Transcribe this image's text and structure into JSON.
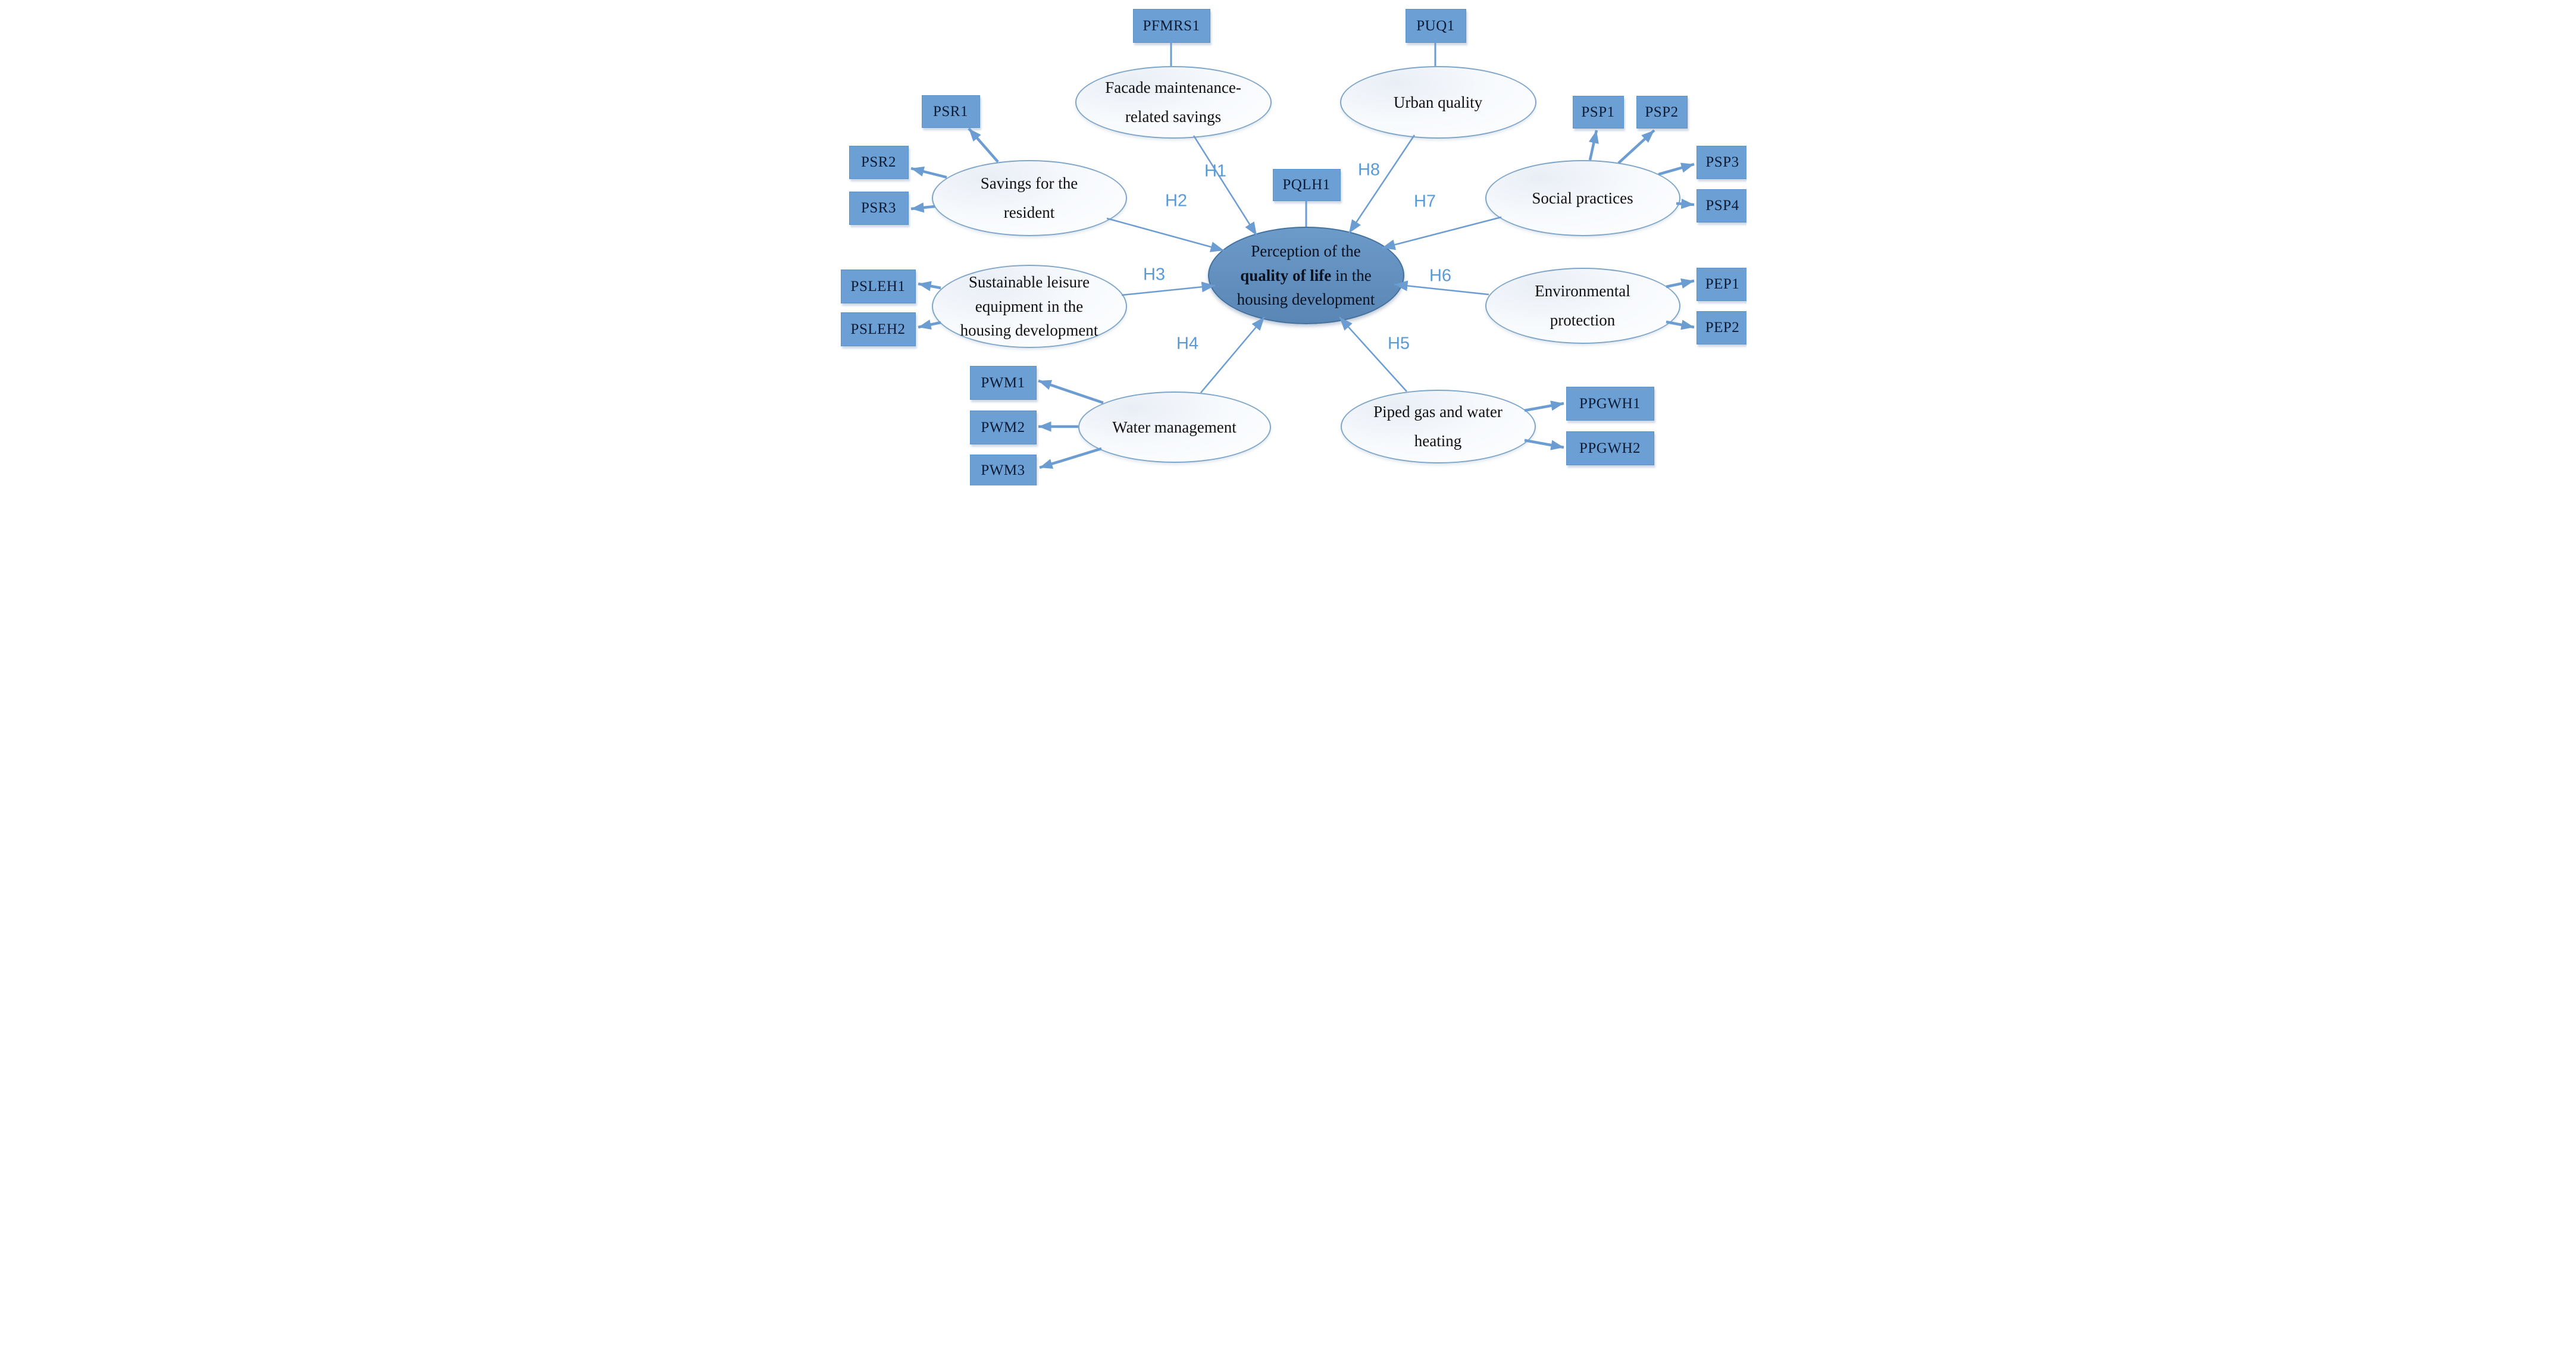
{
  "colors": {
    "box_fill": "#6CA0D4",
    "box_border": "#5A91C8",
    "box_text": "#0B1B36",
    "ellipse_border": "#7FA6C9",
    "ellipse_text": "#121212",
    "center_fill_top": "#6C9AC9",
    "center_fill_bottom": "#5A86B5",
    "center_border": "#41719C",
    "center_text": "#0A1220",
    "arrow": "#6B9CD2",
    "hypothesis_label": "#5B9BD5"
  },
  "labels": {
    "PFMRS1": "PFMRS1",
    "PUQ1": "PUQ1",
    "PQLH1": "PQLH1",
    "PSR1": "PSR1",
    "PSR2": "PSR2",
    "PSR3": "PSR3",
    "PSLEH1": "PSLEH1",
    "PSLEH2": "PSLEH2",
    "PWM1": "PWM1",
    "PWM2": "PWM2",
    "PWM3": "PWM3",
    "PSP1": "PSP1",
    "PSP2": "PSP2",
    "PSP3": "PSP3",
    "PSP4": "PSP4",
    "PEP1": "PEP1",
    "PEP2": "PEP2",
    "PPGWH1": "PPGWH1",
    "PPGWH2": "PPGWH2"
  },
  "hypotheses": [
    "H1",
    "H2",
    "H3",
    "H4",
    "H5",
    "H6",
    "H7",
    "H8"
  ],
  "center": {
    "line1": "Perception of the",
    "line2_bold": "quality of life",
    "line2_rest": " in the",
    "line3": "housing development",
    "indicator": "PQLH1"
  },
  "constructs": [
    {
      "id": "facade",
      "label": "Facade maintenance-related savings",
      "lines": [
        "Facade maintenance-",
        "related savings"
      ],
      "indicators": [
        "PFMRS1"
      ],
      "hypothesis": "H1"
    },
    {
      "id": "urban",
      "label": "Urban quality",
      "lines": [
        "Urban quality"
      ],
      "indicators": [
        "PUQ1"
      ],
      "hypothesis": "H8"
    },
    {
      "id": "savings",
      "label": "Savings for the resident",
      "lines": [
        "Savings for the",
        "resident"
      ],
      "indicators": [
        "PSR1",
        "PSR2",
        "PSR3"
      ],
      "hypothesis": "H2"
    },
    {
      "id": "social",
      "label": "Social practices",
      "lines": [
        "Social practices"
      ],
      "indicators": [
        "PSP1",
        "PSP2",
        "PSP3",
        "PSP4"
      ],
      "hypothesis": "H7"
    },
    {
      "id": "sustainable",
      "label": "Sustainable leisure equipment in the housing development",
      "lines": [
        "Sustainable leisure",
        "equipment in the",
        "housing development"
      ],
      "indicators": [
        "PSLEH1",
        "PSLEH2"
      ],
      "hypothesis": "H3"
    },
    {
      "id": "environment",
      "label": "Environmental protection",
      "lines": [
        "Environmental",
        "protection"
      ],
      "indicators": [
        "PEP1",
        "PEP2"
      ],
      "hypothesis": "H6"
    },
    {
      "id": "water",
      "label": "Water management",
      "lines": [
        "Water management"
      ],
      "indicators": [
        "PWM1",
        "PWM2",
        "PWM3"
      ],
      "hypothesis": "H4"
    },
    {
      "id": "piped",
      "label": "Piped gas and water heating",
      "lines": [
        "Piped gas and water",
        "heating"
      ],
      "indicators": [
        "PPGWH1",
        "PPGWH2"
      ],
      "hypothesis": "H5"
    }
  ],
  "edges": {
    "hypothesis_paths": [
      {
        "id": "H1",
        "from": "facade",
        "to": "center"
      },
      {
        "id": "H2",
        "from": "savings",
        "to": "center"
      },
      {
        "id": "H3",
        "from": "sustainable",
        "to": "center"
      },
      {
        "id": "H4",
        "from": "water",
        "to": "center"
      },
      {
        "id": "H5",
        "from": "piped",
        "to": "center"
      },
      {
        "id": "H6",
        "from": "environment",
        "to": "center"
      },
      {
        "id": "H7",
        "from": "social",
        "to": "center"
      },
      {
        "id": "H8",
        "from": "urban",
        "to": "center"
      }
    ],
    "indicator_links": [
      {
        "from": "savings",
        "to": "PSR1"
      },
      {
        "from": "savings",
        "to": "PSR2"
      },
      {
        "from": "savings",
        "to": "PSR3"
      },
      {
        "from": "sustainable",
        "to": "PSLEH1"
      },
      {
        "from": "sustainable",
        "to": "PSLEH2"
      },
      {
        "from": "water",
        "to": "PWM1"
      },
      {
        "from": "water",
        "to": "PWM2"
      },
      {
        "from": "water",
        "to": "PWM3"
      },
      {
        "from": "social",
        "to": "PSP1"
      },
      {
        "from": "social",
        "to": "PSP2"
      },
      {
        "from": "social",
        "to": "PSP3"
      },
      {
        "from": "social",
        "to": "PSP4"
      },
      {
        "from": "environment",
        "to": "PEP1"
      },
      {
        "from": "environment",
        "to": "PEP2"
      },
      {
        "from": "piped",
        "to": "PPGWH1"
      },
      {
        "from": "piped",
        "to": "PPGWH2"
      }
    ],
    "connector_links": [
      {
        "from": "PFMRS1",
        "to": "facade"
      },
      {
        "from": "PUQ1",
        "to": "urban"
      },
      {
        "from": "PQLH1",
        "to": "center"
      }
    ]
  }
}
